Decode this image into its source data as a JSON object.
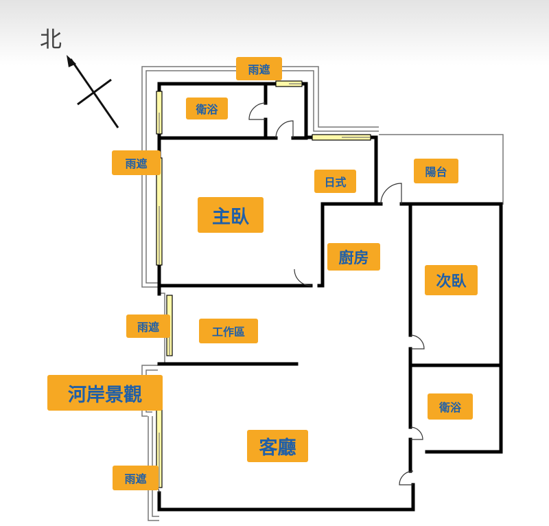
{
  "north_label": "北",
  "labels": {
    "canopy_top": "雨遮",
    "bath_master": "衛浴",
    "canopy_left_upper": "雨遮",
    "japanese_room": "日式",
    "balcony": "陽台",
    "master_bedroom": "主臥",
    "kitchen": "廚房",
    "second_bedroom": "次臥",
    "canopy_left_middle": "雨遮",
    "work_area": "工作區",
    "river_view": "河岸景觀",
    "bath_second": "衛浴",
    "living_room": "客廳",
    "canopy_left_lower": "雨遮"
  },
  "colors": {
    "label_bg": "#f6a823",
    "label_text": "#1f5fa8",
    "wall": "#000000",
    "window_glass": "#fff9a8"
  }
}
